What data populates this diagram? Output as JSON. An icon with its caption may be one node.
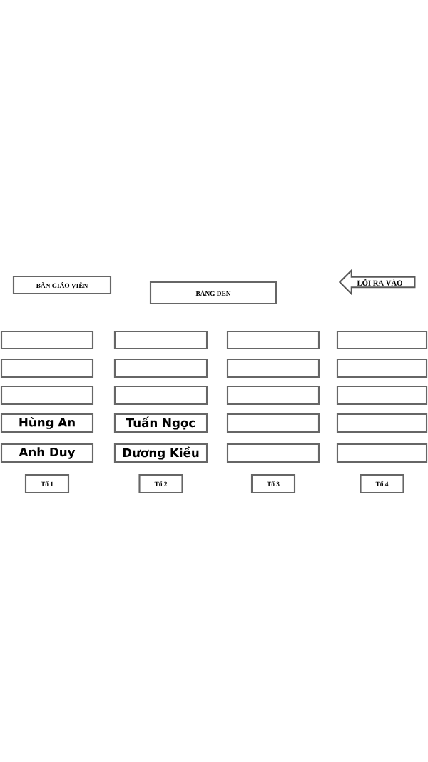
{
  "diagram": {
    "nodes": [
      {
        "text": [
          "BÀN GIÁO VIÊN"
        ]
      },
      {
        "text": [
          "BẢNG DEN"
        ]
      },
      {
        "text": [
          "LỐI RA VÀO"
        ]
      },
      {
        "text": [],
        "shape": "box"
      },
      {
        "text": [],
        "shape": "box"
      },
      {
        "text": [],
        "shape": "box"
      },
      {
        "text": [],
        "shape": "box"
      },
      {
        "text": [],
        "shape": "box"
      },
      {
        "text": [],
        "shape": "box"
      },
      {
        "text": [],
        "shape": "box"
      },
      {
        "text": [],
        "shape": "box"
      },
      {
        "text": [],
        "shape": "box"
      },
      {
        "text": [],
        "shape": "box"
      },
      {
        "text": [],
        "shape": "box"
      },
      {
        "text": [],
        "shape": "box"
      },
      {
        "text": [
          "Hùng An"
        ]
      },
      {
        "text": [
          "Tuấn Ngọc"
        ]
      },
      {
        "text": [],
        "shape": "box"
      },
      {
        "text": [],
        "shape": "box"
      },
      {
        "text": [
          "Anh Duy"
        ]
      },
      {
        "text": [
          "Dương Kiều"
        ]
      },
      {
        "text": [],
        "shape": "box"
      },
      {
        "text": [],
        "shape": "box"
      },
      {
        "text": [
          "Tổ 1"
        ]
      },
      {
        "text": [
          "Tổ 2"
        ]
      },
      {
        "text": [
          "Tổ 3"
        ]
      },
      {
        "text": [
          "Tổ 4"
        ]
      }
    ]
  }
}
